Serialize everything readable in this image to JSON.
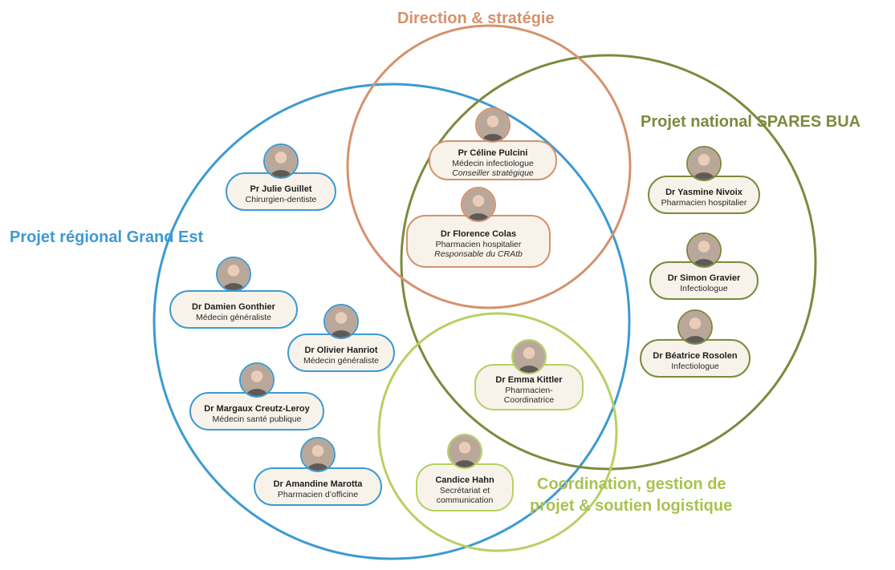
{
  "colors": {
    "direction": "#d4926c",
    "national": "#7b8a3e",
    "regional": "#3d9ad1",
    "coordination": "#b7d064",
    "pill_fill": "#f8f3ea"
  },
  "groups": {
    "direction": "Direction & stratégie",
    "national": "Projet national SPARES BUA",
    "regional": "Projet régional Grand Est",
    "coordination_line1": "Coordination, gestion de",
    "coordination_line2": "projet & soutien logistique"
  },
  "people": [
    {
      "id": "pulcini",
      "name": "Pr Céline Pulcini",
      "role": "Médecin infectiologue",
      "role2": "Conseiller stratégique",
      "photo_icon": "avatar-icon",
      "border": "direction"
    },
    {
      "id": "colas",
      "name": "Dr Florence Colas",
      "role": "Pharmacien hospitalier",
      "role2": "Responsable du CRAtb",
      "photo_icon": "avatar-icon",
      "border": "direction"
    },
    {
      "id": "guillet",
      "name": "Pr Julie Guillet",
      "role": "Chirurgien-dentiste",
      "role2": "",
      "photo_icon": "avatar-icon",
      "border": "regional"
    },
    {
      "id": "gonthier",
      "name": "Dr Damien Gonthier",
      "role": "Médecin généraliste",
      "role2": "",
      "photo_icon": "avatar-icon",
      "border": "regional"
    },
    {
      "id": "hanriot",
      "name": "Dr Olivier Hanriot",
      "role": "Médecin généraliste",
      "role2": "",
      "photo_icon": "avatar-icon",
      "border": "regional"
    },
    {
      "id": "creutz",
      "name": "Dr Margaux Creutz-Leroy",
      "role": "Médecin santé publique",
      "role2": "",
      "photo_icon": "avatar-icon",
      "border": "regional"
    },
    {
      "id": "marotta",
      "name": "Dr Amandine Marotta",
      "role": "Pharmacien d’officine",
      "role2": "",
      "photo_icon": "avatar-icon",
      "border": "regional"
    },
    {
      "id": "nivoix",
      "name": "Dr Yasmine Nivoix",
      "role": "Pharmacien hospitalier",
      "role2": "",
      "photo_icon": "avatar-icon",
      "border": "national"
    },
    {
      "id": "gravier",
      "name": "Dr Simon Gravier",
      "role": "Infectiologue",
      "role2": "",
      "photo_icon": "avatar-icon",
      "border": "national"
    },
    {
      "id": "rosolen",
      "name": "Dr Béatrice Rosolen",
      "role": "Infectiologue",
      "role2": "",
      "photo_icon": "avatar-icon",
      "border": "national"
    },
    {
      "id": "kittler",
      "name": "Dr Emma Kittler",
      "role": "Pharmacien-",
      "role2": "Coordinatrice",
      "photo_icon": "avatar-icon",
      "border": "coordination"
    },
    {
      "id": "hahn",
      "name": "Candice Hahn",
      "role": "Secrétariat et",
      "role2": "communication",
      "photo_icon": "avatar-icon",
      "border": "coordination"
    }
  ]
}
